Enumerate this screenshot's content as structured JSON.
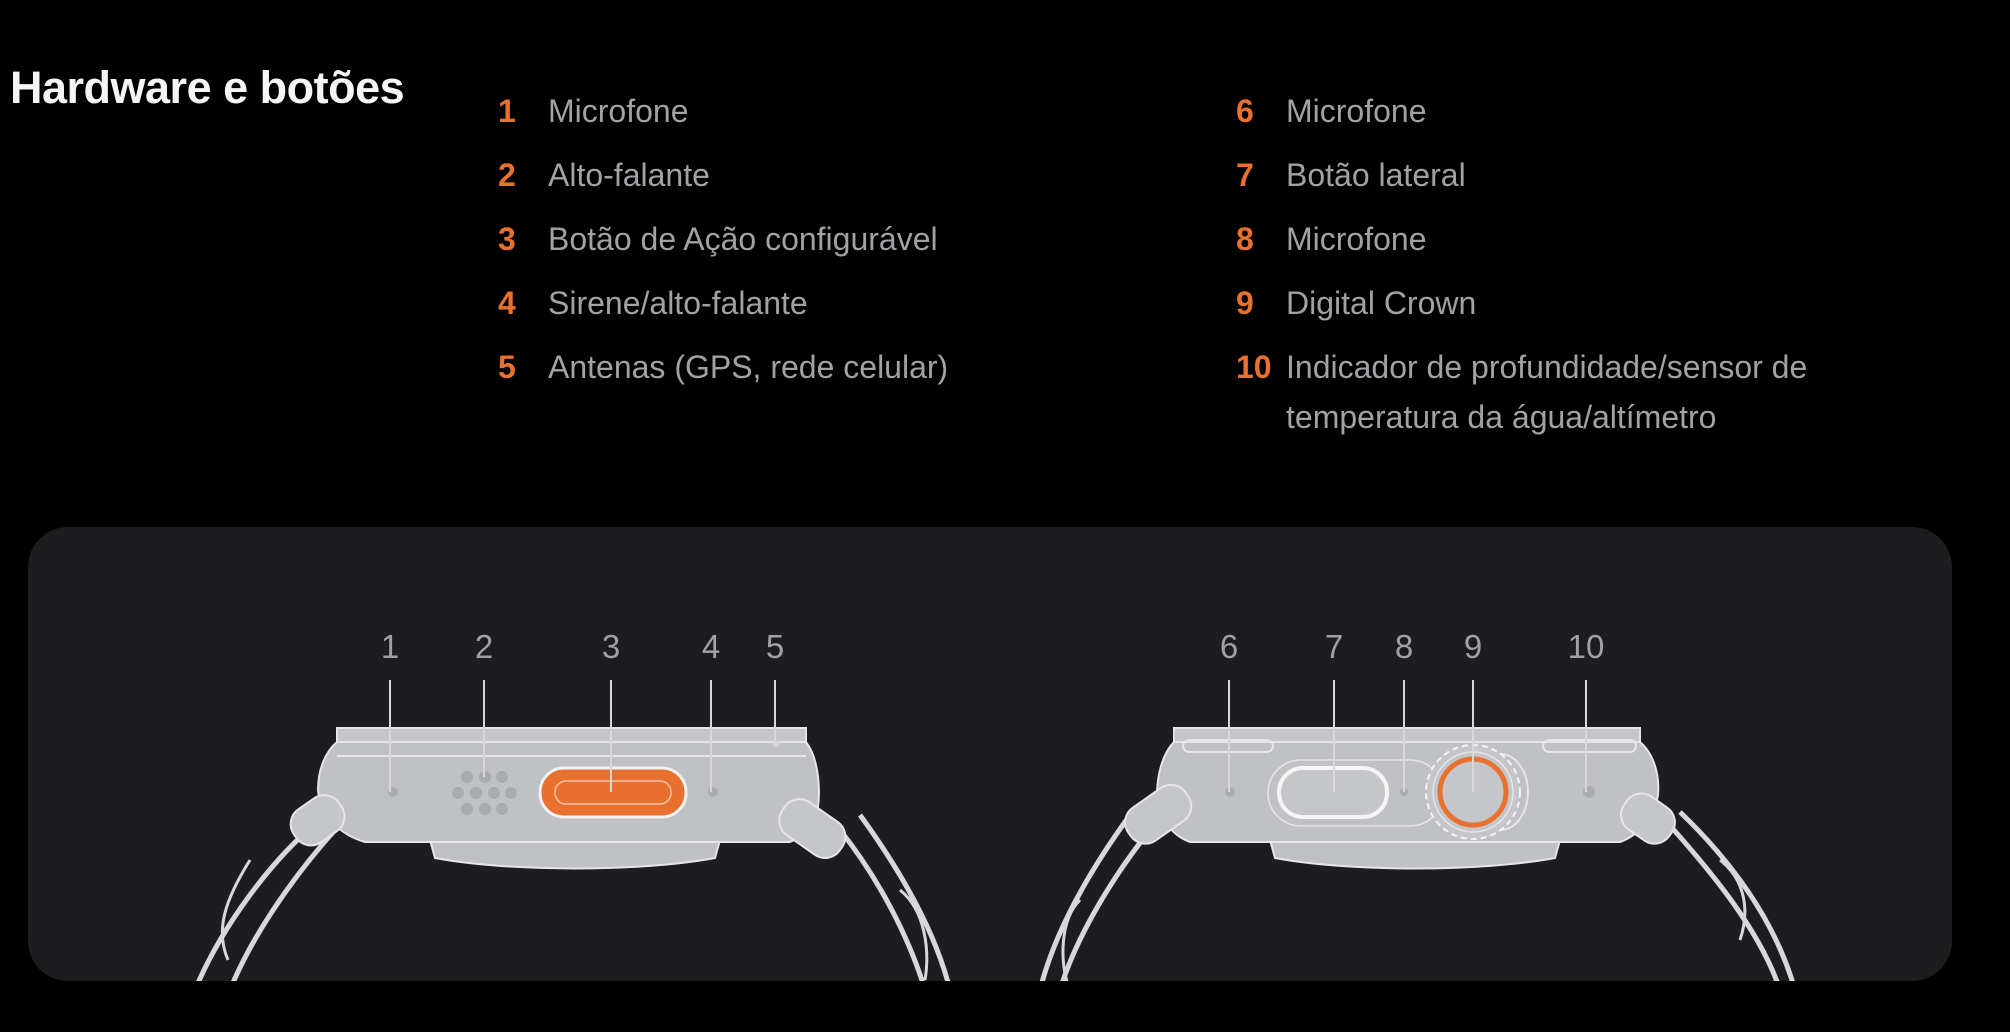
{
  "title": "Hardware e botões",
  "accent_color": "#e8712f",
  "left_items": [
    {
      "num": "1",
      "label": "Microfone"
    },
    {
      "num": "2",
      "label": "Alto-falante"
    },
    {
      "num": "3",
      "label": "Botão de Ação configurável"
    },
    {
      "num": "4",
      "label": "Sirene/alto-falante"
    },
    {
      "num": "5",
      "label": "Antenas (GPS, rede celular)"
    }
  ],
  "right_items": [
    {
      "num": "6",
      "label": "Microfone"
    },
    {
      "num": "7",
      "label": "Botão lateral"
    },
    {
      "num": "8",
      "label": "Microfone"
    },
    {
      "num": "9",
      "label": "Digital Crown"
    },
    {
      "num": "10",
      "label": "Indicador de profundidade/sensor de temperatura da água/altímetro"
    }
  ],
  "diagram_callouts": [
    "1",
    "2",
    "3",
    "4",
    "5",
    "6",
    "7",
    "8",
    "9",
    "10"
  ]
}
